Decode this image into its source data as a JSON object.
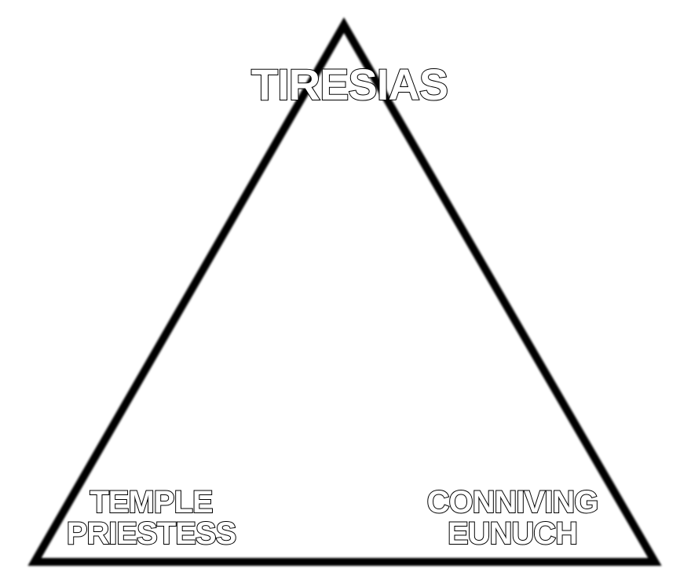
{
  "meme": {
    "top_vertex": {
      "label": "TIRESIAS"
    },
    "bottom_left_vertex": {
      "lines": [
        "TEMPLE",
        "PRIESTESS"
      ]
    },
    "bottom_right_vertex": {
      "lines": [
        "CONNIVING",
        "EUNUCH"
      ]
    }
  },
  "colors": {
    "background": "#ffffff",
    "triangle_stroke": "#000000",
    "text_fill": "#ffffff",
    "text_outline": "#000000"
  }
}
